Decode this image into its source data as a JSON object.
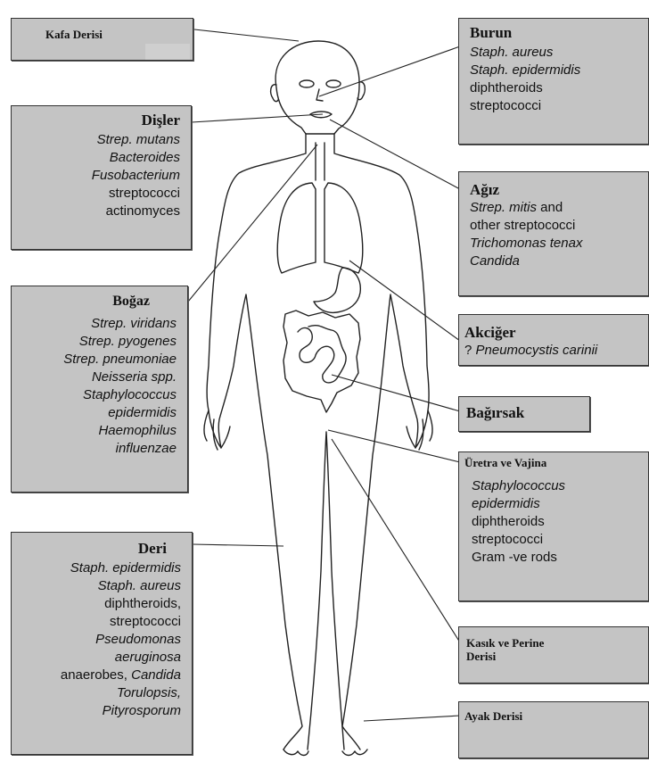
{
  "figure": {
    "labels": [
      {
        "id": "kafa",
        "title": "Kafa Derisi",
        "items": []
      },
      {
        "id": "disler",
        "title": "Dişler",
        "items": [
          {
            "text": "Strep. mutans",
            "italic": true
          },
          {
            "text": "Bacteroides",
            "italic": true
          },
          {
            "text": "Fusobacterium",
            "italic": true
          },
          {
            "text": "streptococci",
            "italic": false
          },
          {
            "text": "actinomyces",
            "italic": false
          }
        ]
      },
      {
        "id": "bogaz",
        "title": "Boğaz",
        "items": [
          {
            "text": "Strep. viridans",
            "italic": true
          },
          {
            "text": "Strep. pyogenes",
            "italic": true
          },
          {
            "text": "Strep. pneumoniae",
            "italic": true
          },
          {
            "text": "Neisseria spp.",
            "italic": true
          },
          {
            "text": "Staphylococcus",
            "italic": true
          },
          {
            "text": "epidermidis",
            "italic": true
          },
          {
            "text": "Haemophilus",
            "italic": true
          },
          {
            "text": "influenzae",
            "italic": true
          }
        ]
      },
      {
        "id": "deri",
        "title": "Deri",
        "items": [
          {
            "text": "Staph. epidermidis",
            "italic": true
          },
          {
            "text": "Staph. aureus",
            "italic": true
          },
          {
            "text": "diphtheroids,",
            "italic": false
          },
          {
            "text": "streptococci",
            "italic": false
          },
          {
            "text": "Pseudomonas",
            "italic": true
          },
          {
            "text": "aeruginosa",
            "italic": true
          },
          {
            "text": "anaerobes, ",
            "italic": false,
            "cont": {
              "text": "Candida",
              "italic": true
            }
          },
          {
            "text": "Torulopsis,",
            "italic": true
          },
          {
            "text": "Pityrosporum",
            "italic": true
          }
        ]
      },
      {
        "id": "burun",
        "title": "Burun",
        "items": [
          {
            "text": "Staph. aureus",
            "italic": true
          },
          {
            "text": "Staph. epidermidis",
            "italic": true
          },
          {
            "text": "diphtheroids",
            "italic": false
          },
          {
            "text": "streptococci",
            "italic": false
          }
        ]
      },
      {
        "id": "agiz",
        "title": "Ağız",
        "items": [
          {
            "text": "Strep. mitis",
            "italic": true,
            "cont": {
              "text": " and",
              "italic": false
            }
          },
          {
            "text": "other streptococci",
            "italic": false
          },
          {
            "text": "Trichomonas tenax",
            "italic": true
          },
          {
            "text": "Candida",
            "italic": true
          }
        ]
      },
      {
        "id": "akciger",
        "title": "Akciğer",
        "items": [
          {
            "text": "? ",
            "italic": false,
            "cont": {
              "text": "Pneumocystis carinii",
              "italic": true
            }
          }
        ]
      },
      {
        "id": "bagirsak",
        "title": "Bağırsak",
        "items": []
      },
      {
        "id": "uretra",
        "title": "Üretra ve Vajina",
        "items": [
          {
            "text": "Staphylococcus",
            "italic": true
          },
          {
            "text": " epidermidis",
            "italic": true
          },
          {
            "text": "diphtheroids",
            "italic": false
          },
          {
            "text": "streptococci",
            "italic": false
          },
          {
            "text": "Gram -ve rods",
            "italic": false
          }
        ]
      },
      {
        "id": "kasik",
        "title": "Kasık ve Perine   Derisi",
        "items": []
      },
      {
        "id": "ayak",
        "title": "Ayak Derisi",
        "items": []
      }
    ]
  },
  "colors": {
    "box_fill": "#c4c4c4",
    "outline": "#222222"
  }
}
